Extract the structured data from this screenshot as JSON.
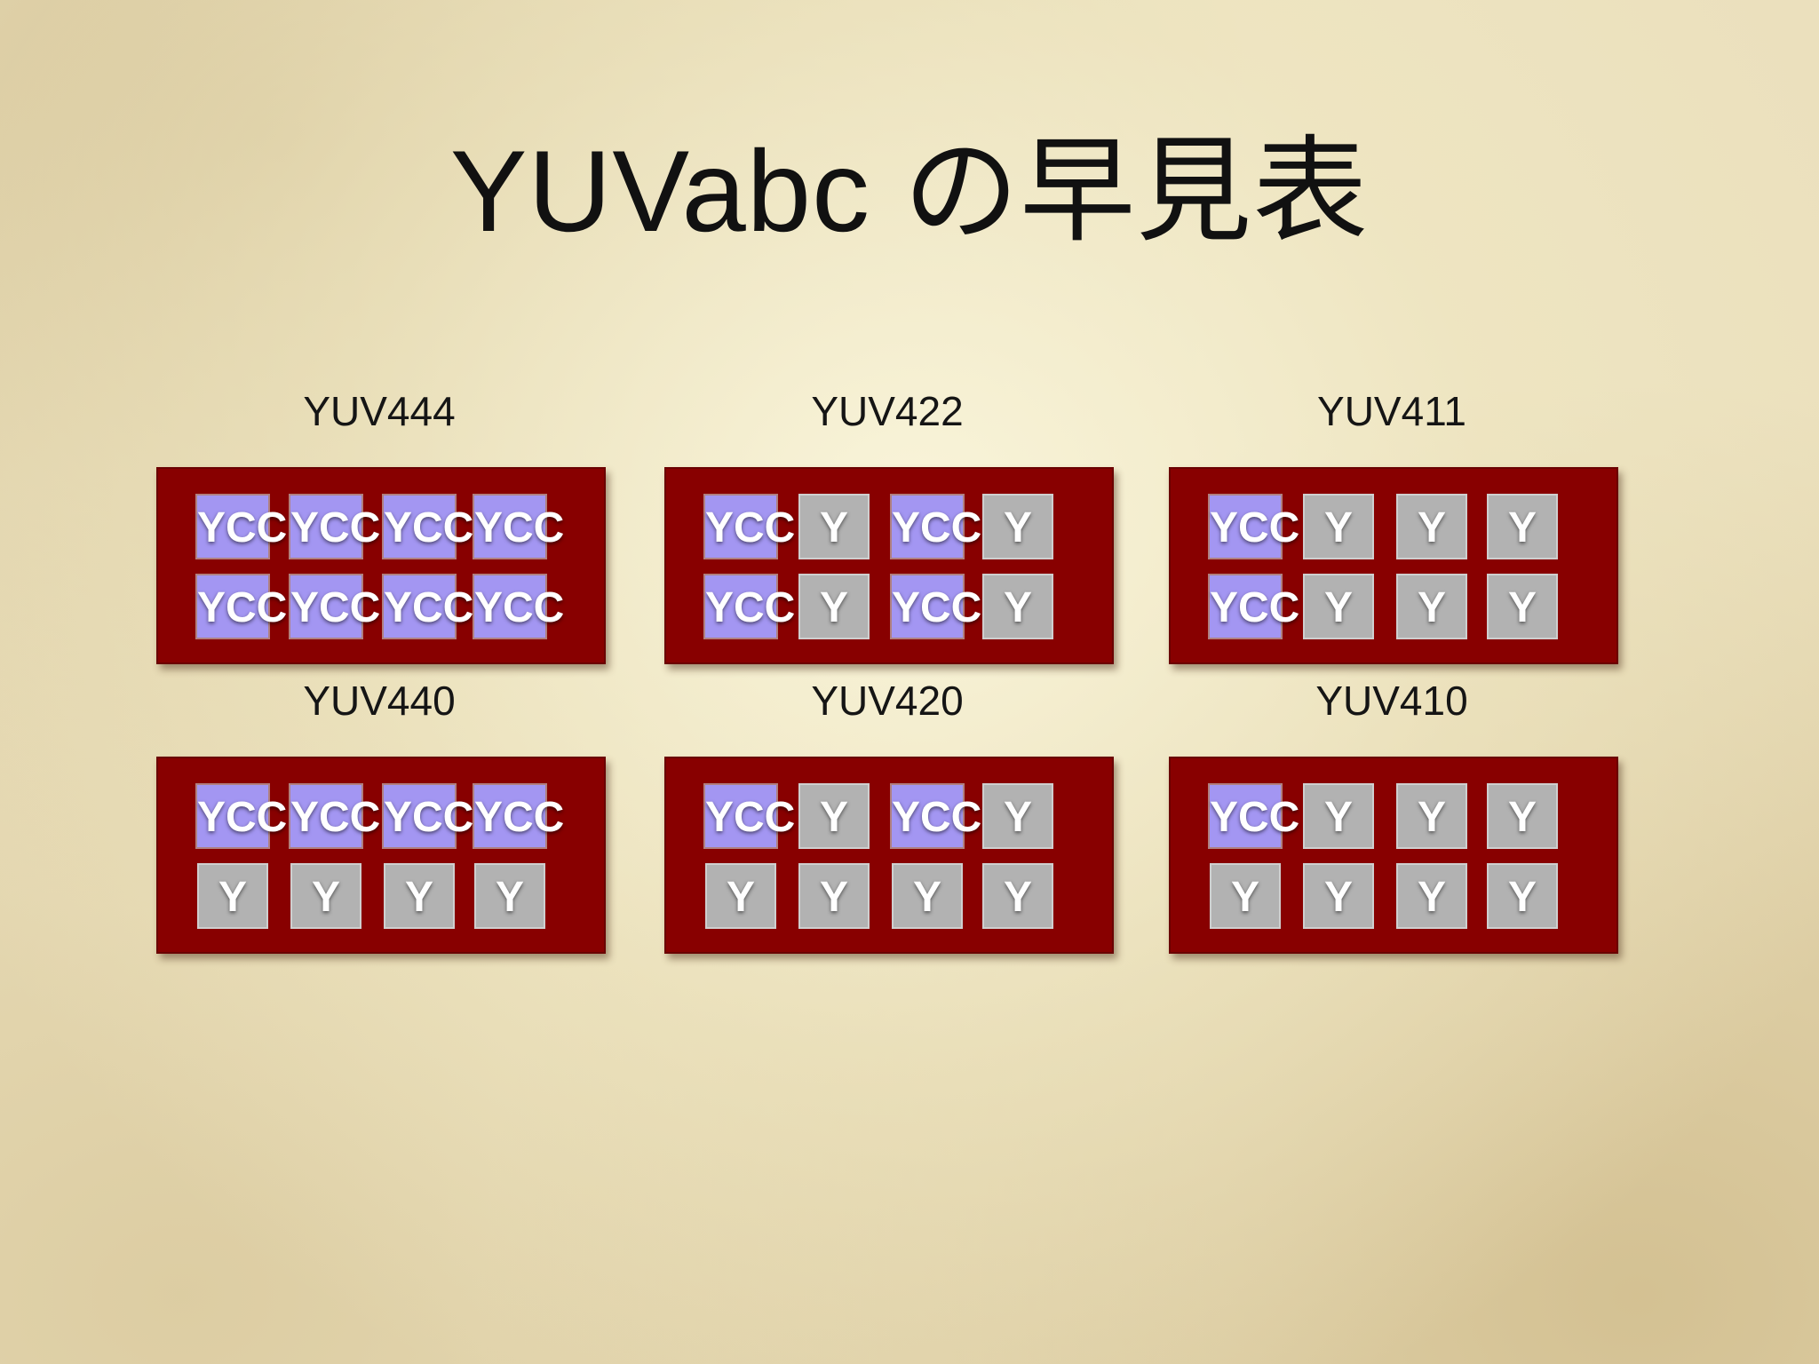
{
  "title": {
    "latin": "YUVabc ",
    "japanese": "の早見表"
  },
  "panels": [
    {
      "label": "YUV444",
      "rows": [
        [
          "YCC",
          "YCC",
          "YCC",
          "YCC"
        ],
        [
          "YCC",
          "YCC",
          "YCC",
          "YCC"
        ]
      ]
    },
    {
      "label": "YUV422",
      "rows": [
        [
          "YCC",
          "Y",
          "YCC",
          "Y"
        ],
        [
          "YCC",
          "Y",
          "YCC",
          "Y"
        ]
      ]
    },
    {
      "label": "YUV411",
      "rows": [
        [
          "YCC",
          "Y",
          "Y",
          "Y"
        ],
        [
          "YCC",
          "Y",
          "Y",
          "Y"
        ]
      ]
    },
    {
      "label": "YUV440",
      "rows": [
        [
          "YCC",
          "YCC",
          "YCC",
          "YCC"
        ],
        [
          "Y",
          "Y",
          "Y",
          "Y"
        ]
      ]
    },
    {
      "label": "YUV420",
      "rows": [
        [
          "YCC",
          "Y",
          "YCC",
          "Y"
        ],
        [
          "Y",
          "Y",
          "Y",
          "Y"
        ]
      ]
    },
    {
      "label": "YUV410",
      "rows": [
        [
          "YCC",
          "Y",
          "Y",
          "Y"
        ],
        [
          "Y",
          "Y",
          "Y",
          "Y"
        ]
      ]
    }
  ],
  "colors": {
    "panel": "#880000",
    "ycc_cell": "#a396f2",
    "y_cell": "#b2b2b2"
  }
}
